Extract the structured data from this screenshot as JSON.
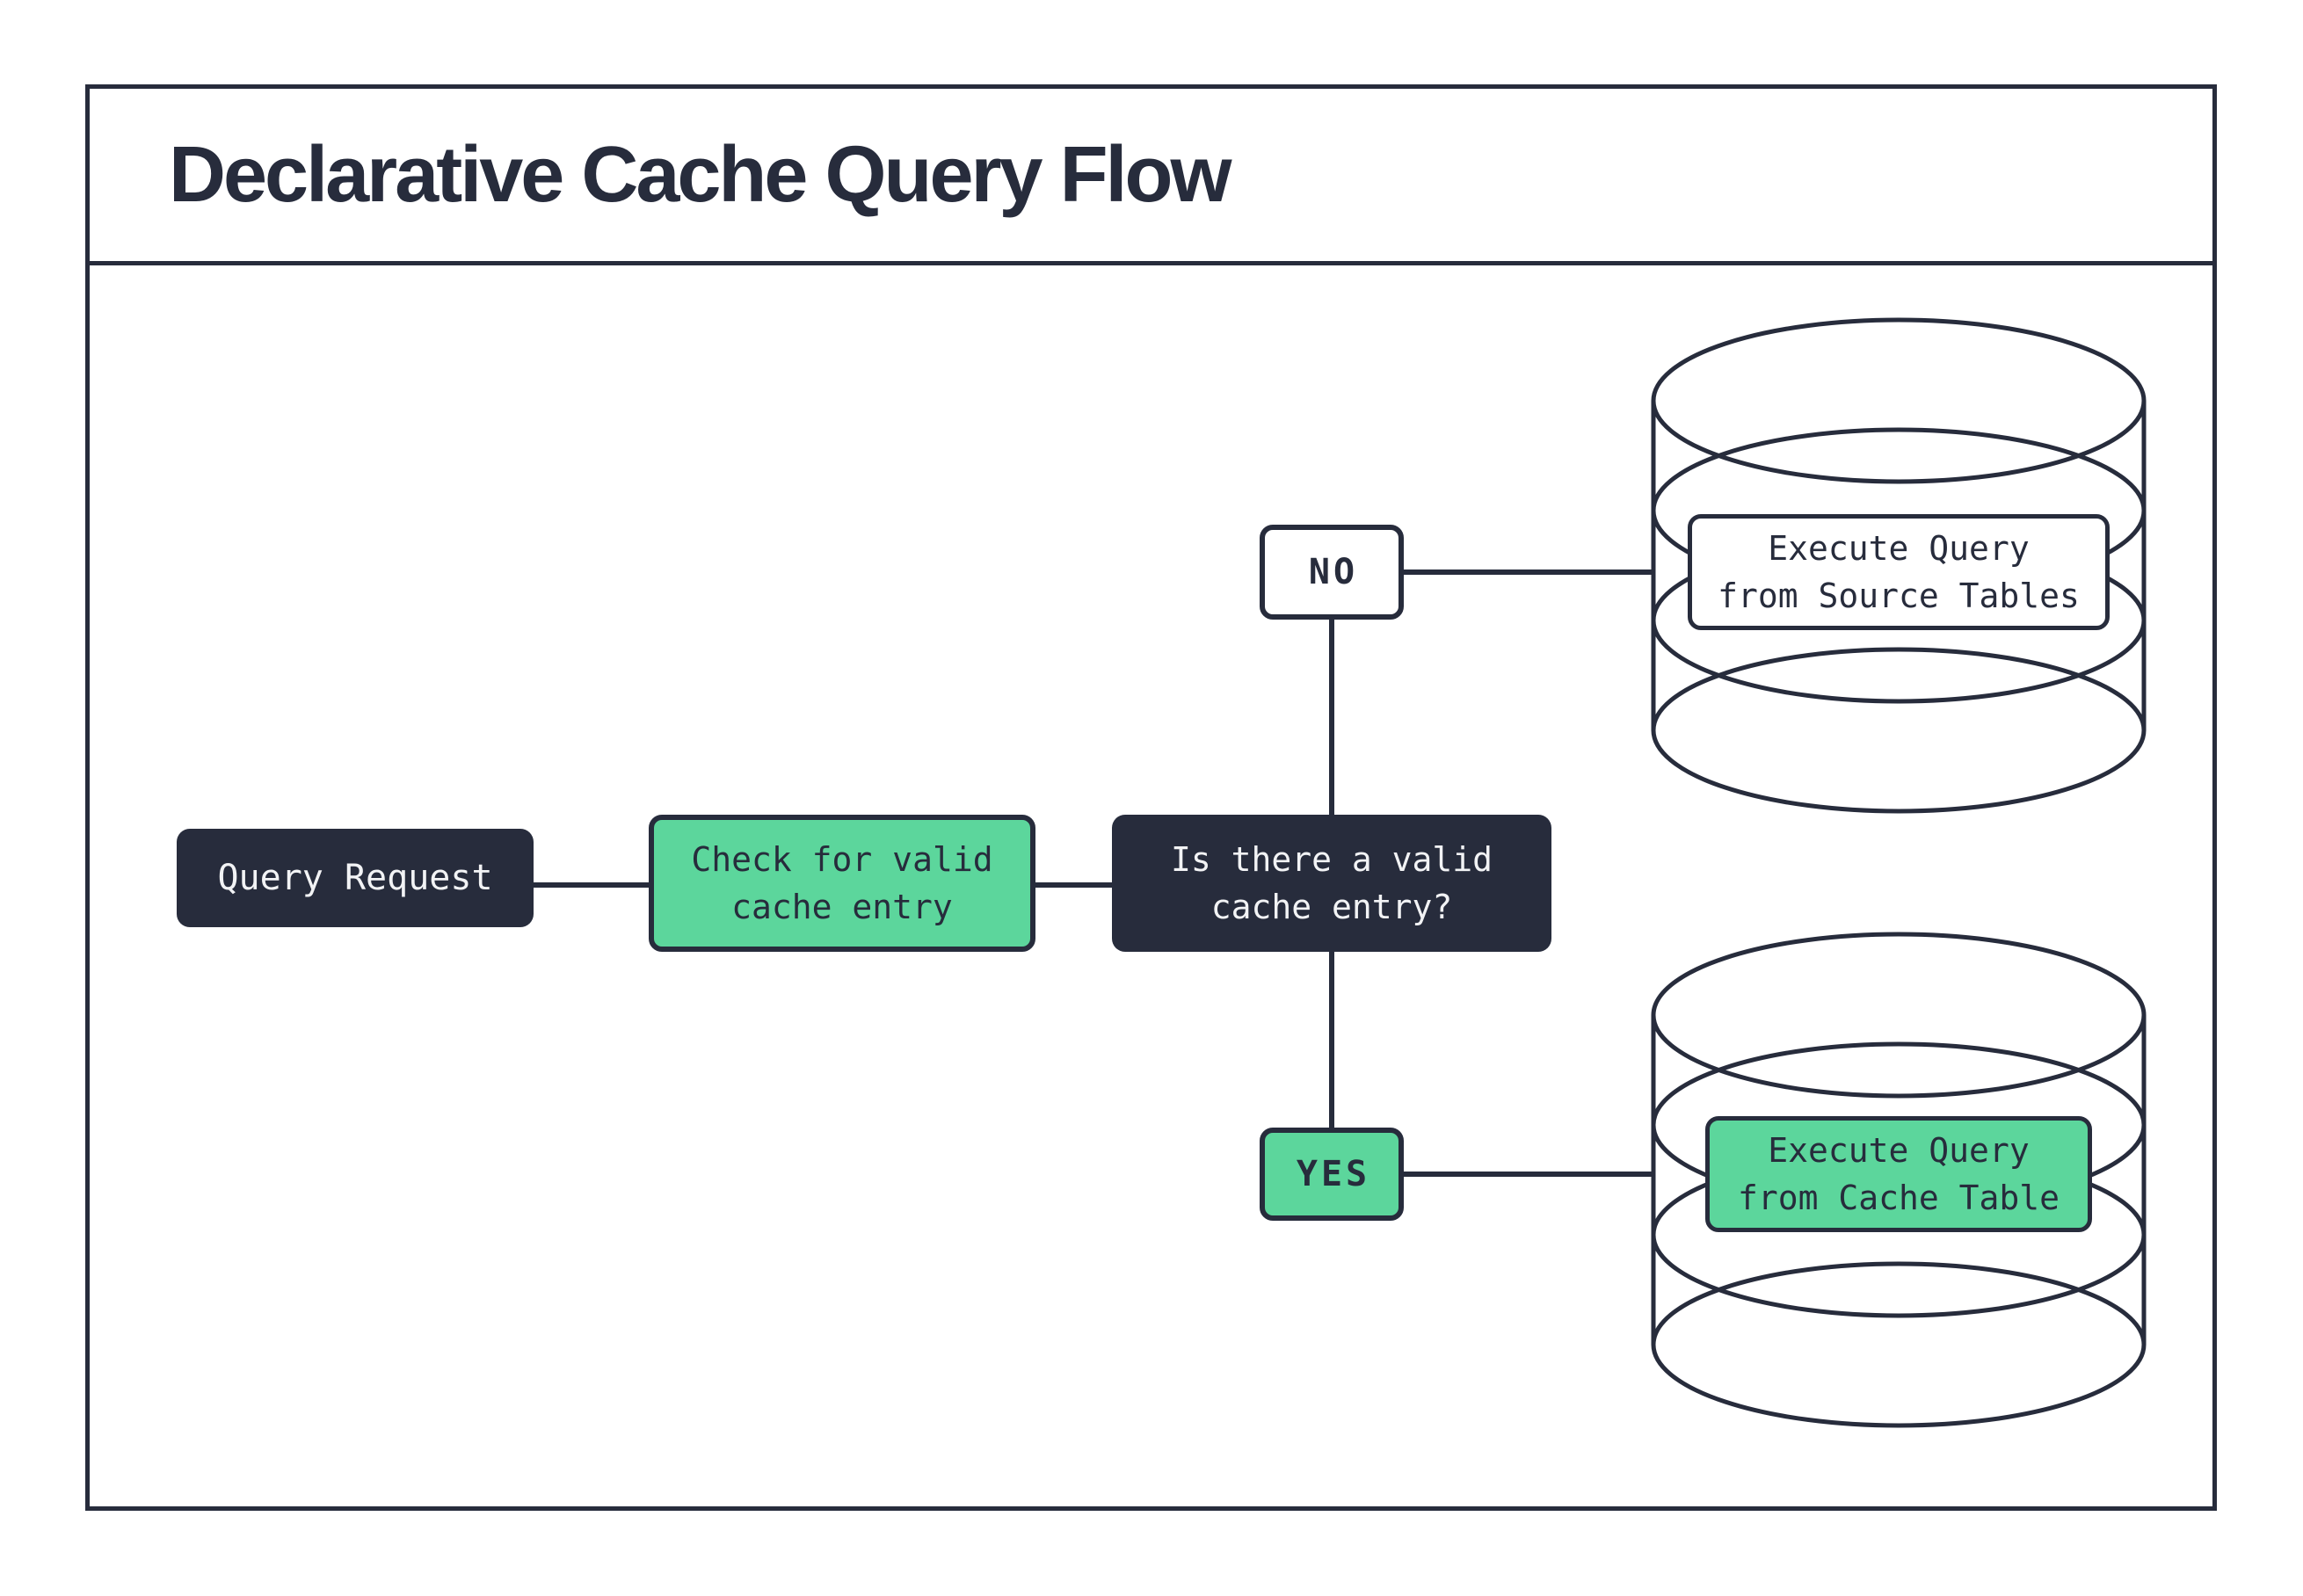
{
  "title": "Declarative Cache Query Flow",
  "colors": {
    "dark": "#272C3C",
    "green": "#5CD69C",
    "background": "#FFFFFF",
    "light_text": "#F2F3F5"
  },
  "nodes": {
    "query_request": {
      "label": "Query Request"
    },
    "check_cache": {
      "line1": "Check for valid",
      "line2": "cache entry"
    },
    "decision": {
      "line1": "Is there a valid",
      "line2": "cache entry?"
    },
    "no_branch": {
      "label": "NO"
    },
    "yes_branch": {
      "label": "YES"
    },
    "source_db": {
      "line1": "Execute Query",
      "line2": "from Source Tables"
    },
    "cache_db": {
      "line1": "Execute Query",
      "line2": "from Cache Table"
    }
  }
}
